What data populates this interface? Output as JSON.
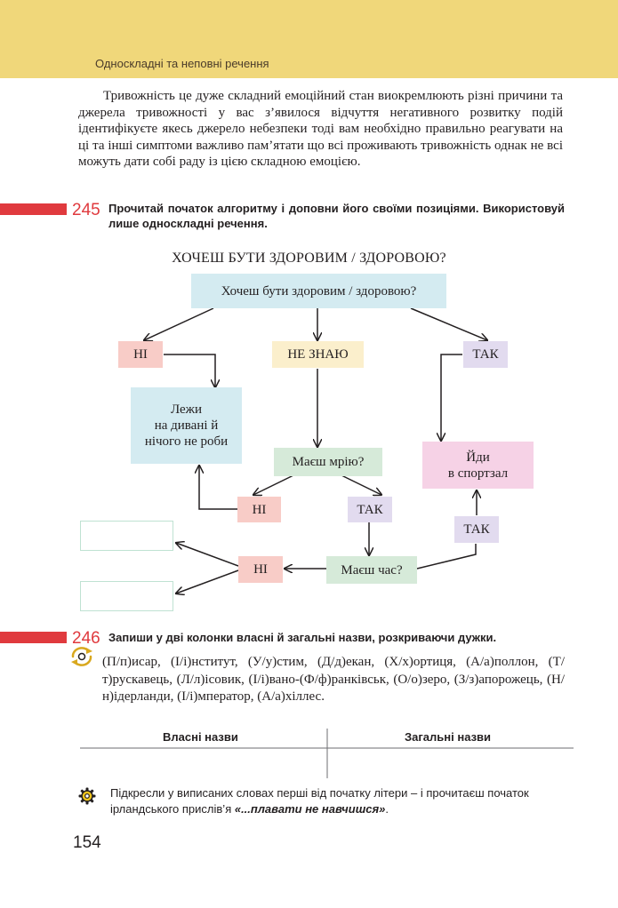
{
  "header": {
    "running_head": "Односкладні та неповні речення"
  },
  "paragraph": "Тривожність  це дуже складний емоційний стан виокремлюють різні причини та джерела тривожності  у вас з’явилося відчуття негативного розвитку подій ідентифікуєте якесь джерело небезпеки тоді вам необхідно правильно реагувати на ці та інші симптоми важливо пам’ятати що всі проживають тривожність однак не всі можуть дати собі раду із цією складною емоцією.",
  "task245": {
    "number": "245",
    "text": "Прочитай початок алгоритму і доповни його своїми позиціями. Використовуй лише односкладні речення."
  },
  "diagram": {
    "title": "ХОЧЕШ БУТИ ЗДОРОВИМ / ЗДОРОВОЮ?",
    "top_question": "Хочеш бути здоровим / здоровою?",
    "no_1": "НІ",
    "dont_know": "НЕ ЗНАЮ",
    "yes_1": "ТАК",
    "lie_line1": "Лежи",
    "lie_line2": "на дивані й",
    "lie_line3": "нічого не роби",
    "dream_question": "Маєш мрію?",
    "go_line1": "Йди",
    "go_line2": "в спортзал",
    "no_2": "НІ",
    "yes_2": "ТАК",
    "yes_3": "ТАК",
    "no_3": "НІ",
    "time_question": "Маєш час?"
  },
  "task246": {
    "number": "246",
    "text": "Запиши у дві колонки власні й загальні назви, розкриваючи дужки.",
    "words": "(П/п)исар, (І/і)нститут, (У/у)стим, (Д/д)екан, (Х/х)ортиця, (А/а)поллон, (Т/т)рускавець, (Л/л)ісовик, (І/і)вано-(Ф/ф)ранківськ, (О/о)зеро, (З/з)апорожець, (Н/н)ідерланди, (І/і)мператор, (А/а)хіллес.",
    "col_proper": "Власні назви",
    "col_common": "Загальні назви"
  },
  "hint": {
    "text": "Підкресли у виписаних словах перші від початку літери – і прочитаєш початок ірландського прислів’я ",
    "proverb": "«...плавати не навчишся»",
    "end": "."
  },
  "page_number": "154",
  "colors": {
    "header": "#f0d77a",
    "accent_red": "#e03a3e"
  },
  "icons": [
    "cycle-icon",
    "gear-icon"
  ]
}
